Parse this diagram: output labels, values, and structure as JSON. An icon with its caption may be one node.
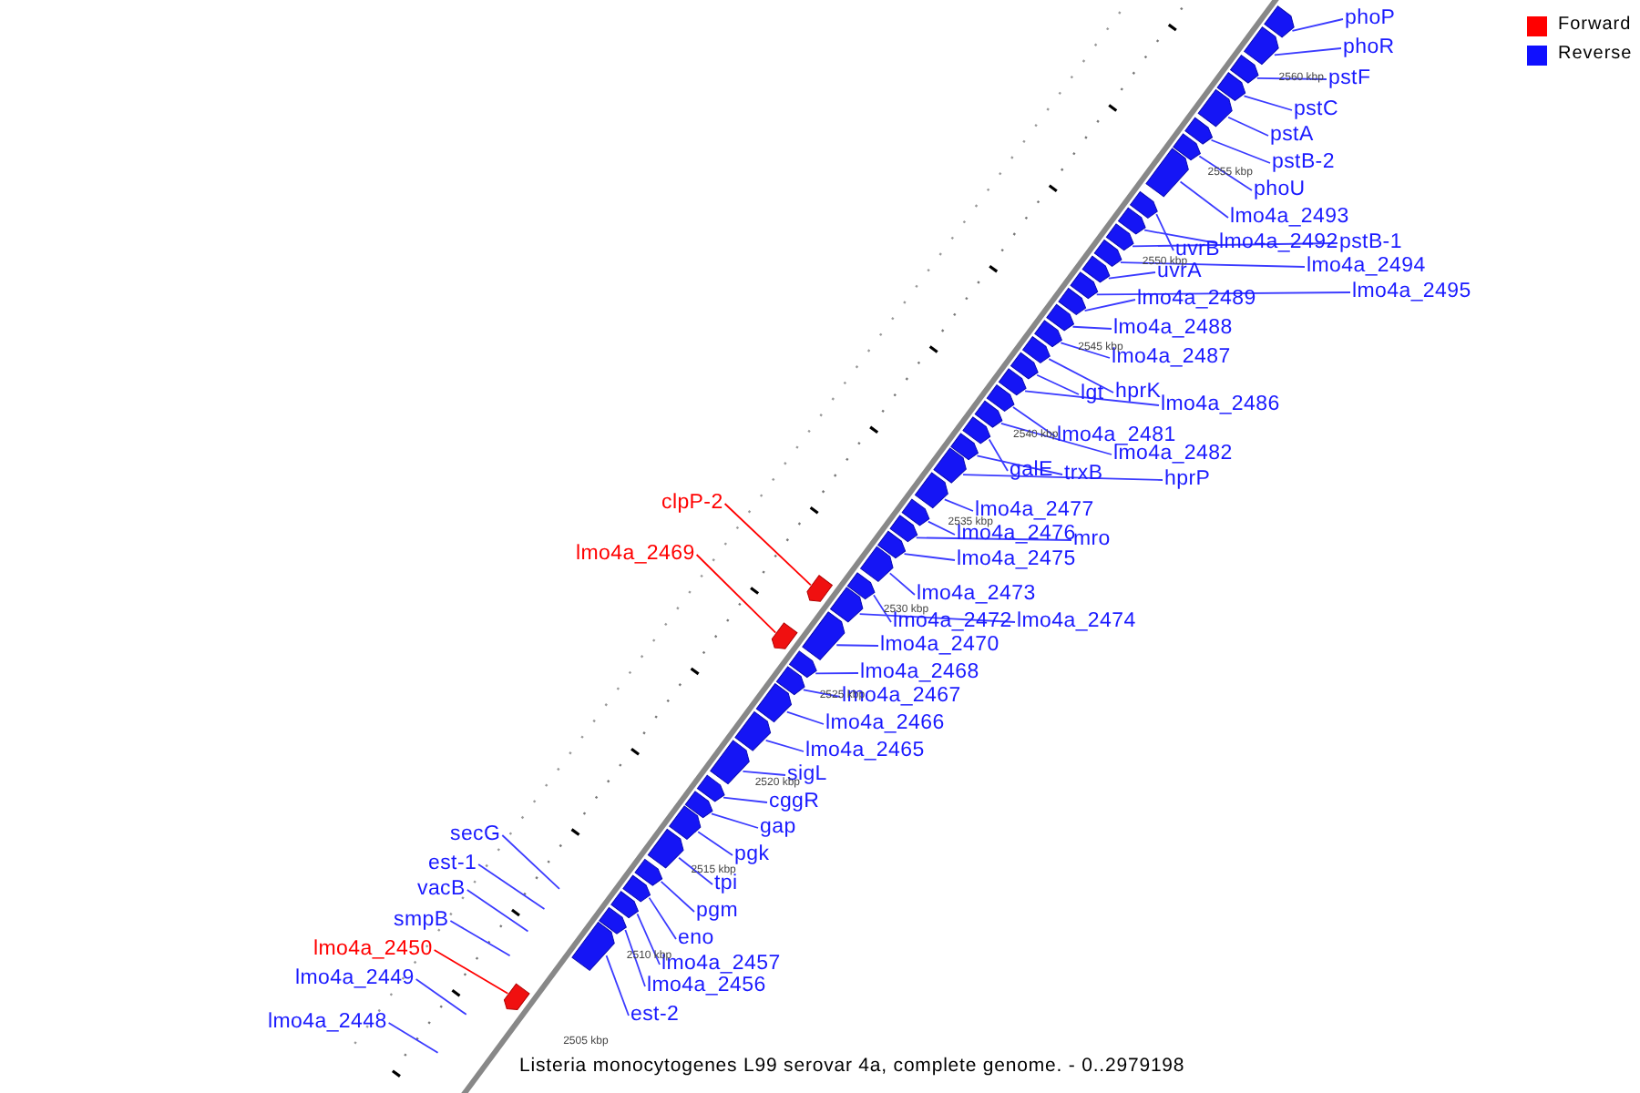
{
  "diagram": {
    "caption": "Listeria monocytogenes L99 serovar 4a, complete genome. - 0..2979198",
    "nodes": [
      {
        "text": [
          "phoP"
        ]
      },
      {
        "text": [
          "phoR"
        ]
      },
      {
        "text": [
          "pstF"
        ]
      },
      {
        "text": [
          "pstC"
        ]
      },
      {
        "text": [
          "pstA"
        ]
      },
      {
        "text": [
          "pstB-2"
        ]
      },
      {
        "text": [
          "phoU"
        ]
      },
      {
        "text": [
          "lmo4a_2493"
        ]
      },
      {
        "text": [
          "uvrB"
        ]
      },
      {
        "text": [
          "lmo4a_2492"
        ]
      },
      {
        "text": [
          "pstB-1"
        ]
      },
      {
        "text": [
          "lmo4a_2494"
        ]
      },
      {
        "text": [
          "uvrA"
        ]
      },
      {
        "text": [
          "lmo4a_2495"
        ]
      },
      {
        "text": [
          "lmo4a_2489"
        ]
      },
      {
        "text": [
          "lmo4a_2488"
        ]
      },
      {
        "text": [
          "lmo4a_2487"
        ]
      },
      {
        "text": [
          "hprK"
        ]
      },
      {
        "text": [
          "lgt"
        ]
      },
      {
        "text": [
          "lmo4a_2486"
        ]
      },
      {
        "text": [
          "lmo4a_2481"
        ]
      },
      {
        "text": [
          "lmo4a_2482"
        ]
      },
      {
        "text": [
          "galE"
        ]
      },
      {
        "text": [
          "trxB"
        ]
      },
      {
        "text": [
          "hprP"
        ]
      },
      {
        "text": [
          "clpP-2"
        ]
      },
      {
        "text": [
          "lmo4a_2477"
        ]
      },
      {
        "text": [
          "lmo4a_2476"
        ]
      },
      {
        "text": [
          "mro"
        ]
      },
      {
        "text": [
          "lmo4a_2469"
        ]
      },
      {
        "text": [
          "lmo4a_2475"
        ]
      },
      {
        "text": [
          "lmo4a_2473"
        ]
      },
      {
        "text": [
          "lmo4a_2472"
        ]
      },
      {
        "text": [
          "lmo4a_2474"
        ]
      },
      {
        "text": [
          "lmo4a_2470"
        ]
      },
      {
        "text": [
          "lmo4a_2468"
        ]
      },
      {
        "text": [
          "lmo4a_2467"
        ]
      },
      {
        "text": [
          "lmo4a_2466"
        ]
      },
      {
        "text": [
          "lmo4a_2465"
        ]
      },
      {
        "text": [
          "sigL"
        ]
      },
      {
        "text": [
          "cggR"
        ]
      },
      {
        "text": [
          "gap"
        ]
      },
      {
        "text": [
          "secG"
        ]
      },
      {
        "text": [
          "pgk"
        ]
      },
      {
        "text": [
          "est-1"
        ]
      },
      {
        "text": [
          "tpi"
        ]
      },
      {
        "text": [
          "vacB"
        ]
      },
      {
        "text": [
          "pgm"
        ]
      },
      {
        "text": [
          "smpB"
        ]
      },
      {
        "text": [
          "eno"
        ]
      },
      {
        "text": [
          "lmo4a_2450"
        ]
      },
      {
        "text": [
          "lmo4a_2457"
        ]
      },
      {
        "text": [
          "lmo4a_2449"
        ]
      },
      {
        "text": [
          "lmo4a_2456"
        ]
      },
      {
        "text": [
          "est-2"
        ]
      },
      {
        "text": [
          "lmo4a_2448"
        ]
      },
      {
        "text": [],
        "shape": "bar"
      },
      {
        "text": [],
        "shape": "bar"
      },
      {
        "text": [],
        "shape": "bar"
      },
      {
        "text": [],
        "shape": "bar"
      },
      {
        "text": [],
        "shape": "bar"
      },
      {
        "text": [],
        "shape": "bar"
      },
      {
        "text": [],
        "shape": "bar"
      },
      {
        "text": [],
        "shape": "bar"
      },
      {
        "text": [],
        "shape": "bar"
      },
      {
        "text": [],
        "shape": "bar"
      },
      {
        "text": [],
        "shape": "bar"
      },
      {
        "text": [],
        "shape": "bar"
      },
      {
        "text": [],
        "shape": "bar"
      },
      {
        "text": [],
        "shape": "bar"
      },
      {
        "text": [],
        "shape": "bar"
      },
      {
        "text": [],
        "shape": "bar"
      },
      {
        "text": [],
        "shape": "bar"
      },
      {
        "text": [],
        "shape": "bar"
      },
      {
        "text": [],
        "shape": "bar"
      },
      {
        "text": [],
        "shape": "bar"
      },
      {
        "text": [],
        "shape": "bar"
      },
      {
        "text": [],
        "shape": "bar"
      },
      {
        "text": [],
        "shape": "bar"
      },
      {
        "text": [],
        "shape": "bar"
      },
      {
        "text": [],
        "shape": "bar"
      },
      {
        "text": [],
        "shape": "bar"
      },
      {
        "text": [],
        "shape": "bar"
      },
      {
        "text": [],
        "shape": "bar"
      },
      {
        "text": [],
        "shape": "bar"
      },
      {
        "text": [],
        "shape": "bar"
      },
      {
        "text": [],
        "shape": "bar"
      },
      {
        "text": [],
        "shape": "bar"
      },
      {
        "text": [],
        "shape": "bar"
      },
      {
        "text": [],
        "shape": "bar"
      },
      {
        "text": [],
        "shape": "bar"
      },
      {
        "text": [],
        "shape": "bar"
      },
      {
        "text": [],
        "shape": "bar"
      },
      {
        "text": [],
        "shape": "bar"
      },
      {
        "text": [],
        "shape": "bar"
      },
      {
        "text": [],
        "shape": "bar"
      },
      {
        "text": [],
        "shape": "bar"
      },
      {
        "text": [],
        "shape": "bar"
      },
      {
        "text": [],
        "shape": "bar"
      },
      {
        "text": [],
        "shape": "bar"
      },
      {
        "text": [],
        "shape": "bar"
      },
      {
        "text": [],
        "shape": "bar"
      },
      {
        "text": [],
        "shape": "bar"
      },
      {
        "text": [],
        "shape": "bar"
      },
      {
        "text": [],
        "shape": "bar"
      },
      {
        "text": [],
        "shape": "bar"
      }
    ],
    "edges": [
      {
        "from": 0,
        "to": 56,
        "arrow": "none"
      },
      {
        "from": 1,
        "to": 57,
        "arrow": "none"
      },
      {
        "from": 2,
        "to": 58,
        "arrow": "none"
      },
      {
        "from": 3,
        "to": 59,
        "arrow": "none"
      },
      {
        "from": 4,
        "to": 60,
        "arrow": "none"
      },
      {
        "from": 5,
        "to": 61,
        "arrow": "none"
      },
      {
        "from": 6,
        "to": 62,
        "arrow": "none"
      },
      {
        "from": 7,
        "to": 63,
        "arrow": "none"
      },
      {
        "from": 8,
        "to": 64,
        "arrow": "none"
      },
      {
        "from": 9,
        "to": 65,
        "arrow": "none"
      },
      {
        "from": 10,
        "to": 66,
        "arrow": "none"
      },
      {
        "from": 11,
        "to": 67,
        "arrow": "none"
      },
      {
        "from": 12,
        "to": 68,
        "arrow": "none"
      },
      {
        "from": 13,
        "to": 69,
        "arrow": "none"
      },
      {
        "from": 14,
        "to": 70,
        "arrow": "none"
      },
      {
        "from": 15,
        "to": 71,
        "arrow": "none"
      },
      {
        "from": 16,
        "to": 72,
        "arrow": "none"
      },
      {
        "from": 17,
        "to": 73,
        "arrow": "none"
      },
      {
        "from": 18,
        "to": 74,
        "arrow": "none"
      },
      {
        "from": 19,
        "to": 75,
        "arrow": "none"
      },
      {
        "from": 20,
        "to": 76,
        "arrow": "none"
      },
      {
        "from": 21,
        "to": 77,
        "arrow": "none"
      },
      {
        "from": 22,
        "to": 78,
        "arrow": "none"
      },
      {
        "from": 23,
        "to": 79,
        "arrow": "none"
      },
      {
        "from": 24,
        "to": 80,
        "arrow": "none"
      },
      {
        "from": 25,
        "to": 81,
        "arrow": "none",
        "color": "#ff0000"
      },
      {
        "from": 26,
        "to": 82,
        "arrow": "none"
      },
      {
        "from": 27,
        "to": 83,
        "arrow": "none"
      },
      {
        "from": 28,
        "to": 84,
        "arrow": "none"
      },
      {
        "from": 29,
        "to": 85,
        "arrow": "none",
        "color": "#ff0000"
      },
      {
        "from": 30,
        "to": 86,
        "arrow": "none"
      },
      {
        "from": 31,
        "to": 87,
        "arrow": "none"
      },
      {
        "from": 32,
        "to": 88,
        "arrow": "none"
      },
      {
        "from": 33,
        "to": 89,
        "arrow": "none"
      },
      {
        "from": 34,
        "to": 90,
        "arrow": "none"
      },
      {
        "from": 35,
        "to": 91,
        "arrow": "none"
      },
      {
        "from": 36,
        "to": 92,
        "arrow": "none"
      },
      {
        "from": 37,
        "to": 93,
        "arrow": "none"
      },
      {
        "from": 38,
        "to": 94,
        "arrow": "none"
      },
      {
        "from": 39,
        "to": 95,
        "arrow": "none"
      },
      {
        "from": 40,
        "to": 96,
        "arrow": "none"
      },
      {
        "from": 41,
        "to": 97,
        "arrow": "none"
      },
      {
        "from": 42,
        "to": null,
        "arrow": "none"
      },
      {
        "from": 43,
        "to": 98,
        "arrow": "none"
      },
      {
        "from": 44,
        "to": null,
        "arrow": "none"
      },
      {
        "from": 45,
        "to": 99,
        "arrow": "none"
      },
      {
        "from": 46,
        "to": null,
        "arrow": "none"
      },
      {
        "from": 47,
        "to": 100,
        "arrow": "none"
      },
      {
        "from": 48,
        "to": null,
        "arrow": "none"
      },
      {
        "from": 49,
        "to": 101,
        "arrow": "none"
      },
      {
        "from": 50,
        "to": 102,
        "arrow": "none",
        "color": "#ff0000"
      },
      {
        "from": 51,
        "to": 103,
        "arrow": "none"
      },
      {
        "from": 52,
        "to": null,
        "arrow": "none"
      },
      {
        "from": 53,
        "to": 104,
        "arrow": "none"
      },
      {
        "from": 54,
        "to": 105,
        "arrow": "none"
      },
      {
        "from": 55,
        "to": null,
        "arrow": "none"
      }
    ],
    "labels": [
      "2560 kbp",
      "2555 kbp",
      "2550 kbp",
      "2545 kbp",
      "2540 kbp",
      "2535 kbp",
      "2530 kbp",
      "2525 kbp",
      "2520 kbp",
      "2515 kbp",
      "2510 kbp",
      "2505 kbp"
    ],
    "legend": [
      {
        "text": "Forward",
        "color": "#ff0000"
      },
      {
        "text": "Reverse",
        "color": "#1010ff"
      }
    ]
  }
}
